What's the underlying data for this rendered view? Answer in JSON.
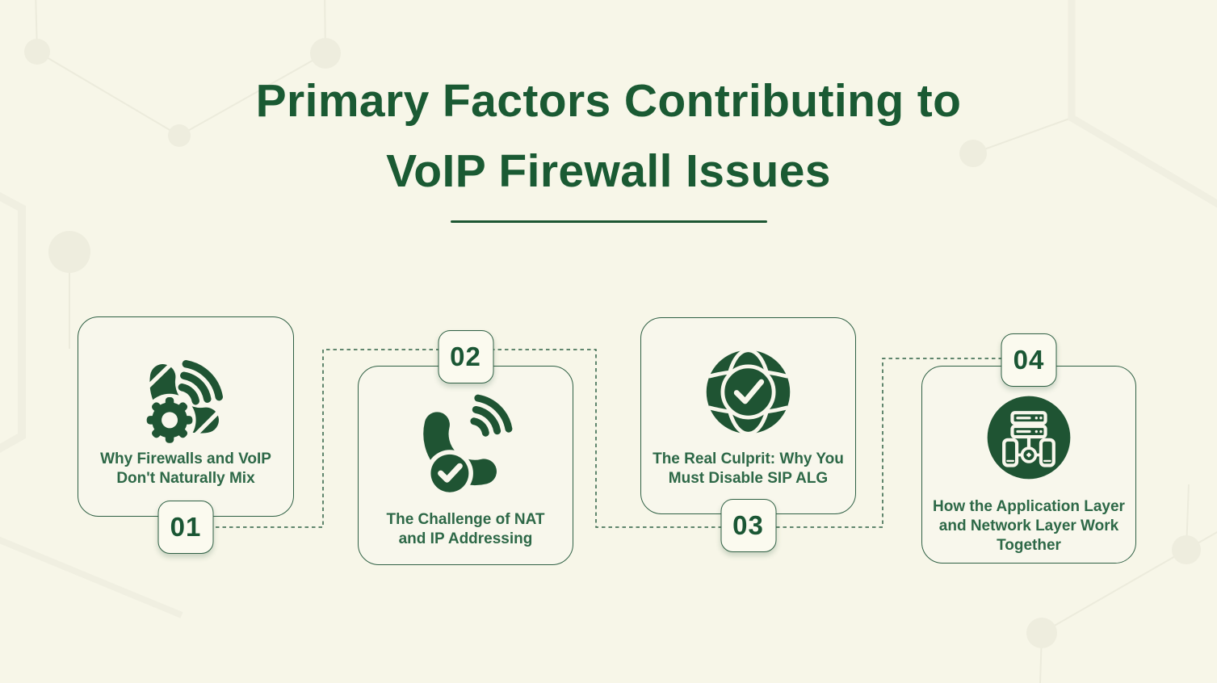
{
  "title": {
    "line1": "Primary Factors Contributing to",
    "line2": "VoIP Firewall Issues"
  },
  "cards": [
    {
      "number": "01",
      "label": "Why Firewalls and VoIP Don't Naturally Mix",
      "icon": "phone-gear-waves-icon",
      "badge_position": "bottom"
    },
    {
      "number": "02",
      "label": "The Challenge of NAT and IP Addressing",
      "icon": "phone-check-waves-icon",
      "badge_position": "top"
    },
    {
      "number": "03",
      "label": "The Real Culprit: Why You Must Disable SIP ALG",
      "icon": "globe-check-icon",
      "badge_position": "bottom"
    },
    {
      "number": "04",
      "label": "How the Application Layer and Network Layer Work Together",
      "icon": "network-devices-icon",
      "badge_position": "top"
    }
  ],
  "colors": {
    "background": "#f7f6e8",
    "title_green": "#1a5a33",
    "icon_green": "#1f5433",
    "label_green": "#2d6847",
    "border_green": "#2f6044",
    "badge_background": "#fbfaef",
    "card_background": "#f8f7ec"
  }
}
